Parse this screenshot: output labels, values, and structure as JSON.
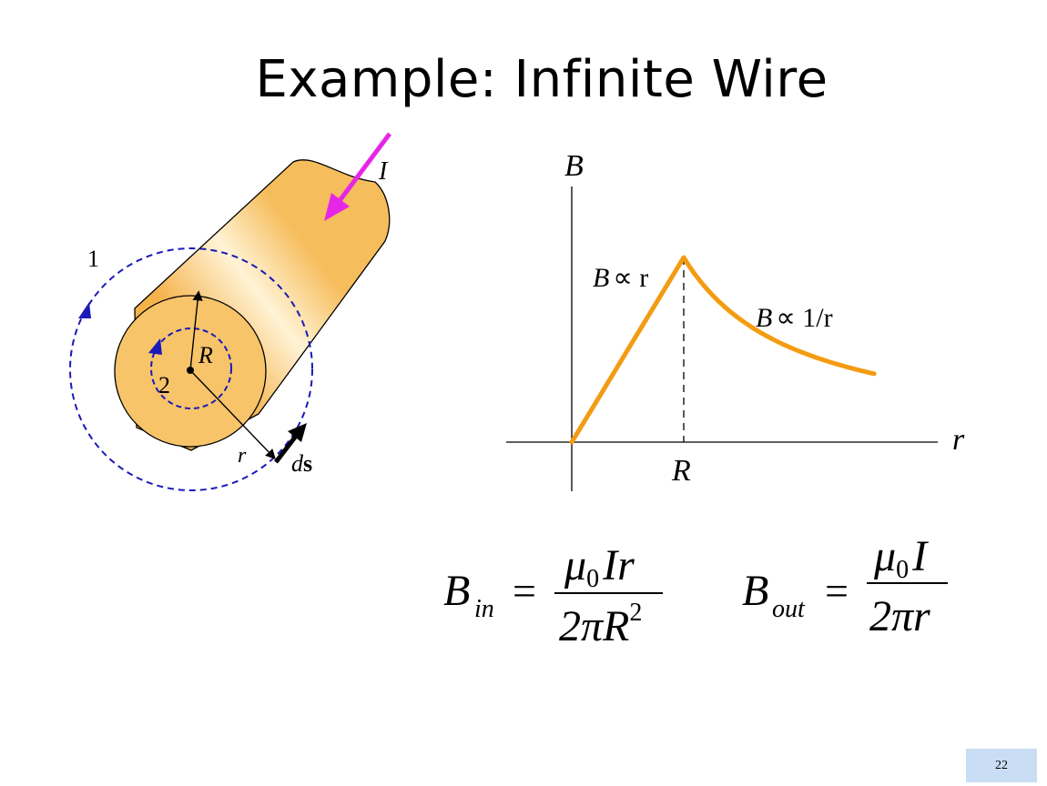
{
  "slide": {
    "title": "Example: Infinite Wire",
    "page_number": "22"
  },
  "wire_diagram": {
    "current_label": "I",
    "loop1_label": "1",
    "loop2_label": "2",
    "radius_label": "R",
    "distance_label": "r",
    "ds_label_d": "d",
    "ds_label_s": "s",
    "colors": {
      "wire_fill": "#f7c46a",
      "current_arrow": "#e626e6",
      "loop": "#1a1ab8"
    }
  },
  "graph": {
    "y_axis_label": "B",
    "x_axis_label": "r",
    "x_tick_label": "R",
    "inner_annotation_symbol": "B",
    "inner_annotation_rest": "∝ r",
    "outer_annotation_symbol": "B",
    "outer_annotation_rest": "∝ 1/r",
    "curve_color": "#f39c12"
  },
  "chart_data": {
    "type": "line",
    "title": "",
    "xlabel": "r",
    "ylabel": "B",
    "x_ticks": [
      "R"
    ],
    "annotations": [
      "B ∝ r",
      "B ∝ 1/r"
    ],
    "series": [
      {
        "x": [
          0,
          0.25,
          0.5,
          0.75,
          1.0,
          1.2,
          1.4,
          1.6,
          1.8,
          2.0,
          2.2,
          2.4,
          2.7
        ],
        "values": [
          0,
          0.25,
          0.5,
          0.75,
          1.0,
          0.833,
          0.714,
          0.625,
          0.556,
          0.5,
          0.455,
          0.417,
          0.37
        ]
      }
    ],
    "grid": false
  },
  "equations": {
    "b_in": {
      "lhs": "B",
      "lhs_sub": "in",
      "equals": "=",
      "num_mu": "μ",
      "num_sub": "0",
      "num_rest": "Ir",
      "den": "2πR",
      "den_sup": "2"
    },
    "b_out": {
      "lhs": "B",
      "lhs_sub": "out",
      "equals": "=",
      "num_mu": "μ",
      "num_sub": "0",
      "num_rest": "I",
      "den": "2πr"
    }
  }
}
